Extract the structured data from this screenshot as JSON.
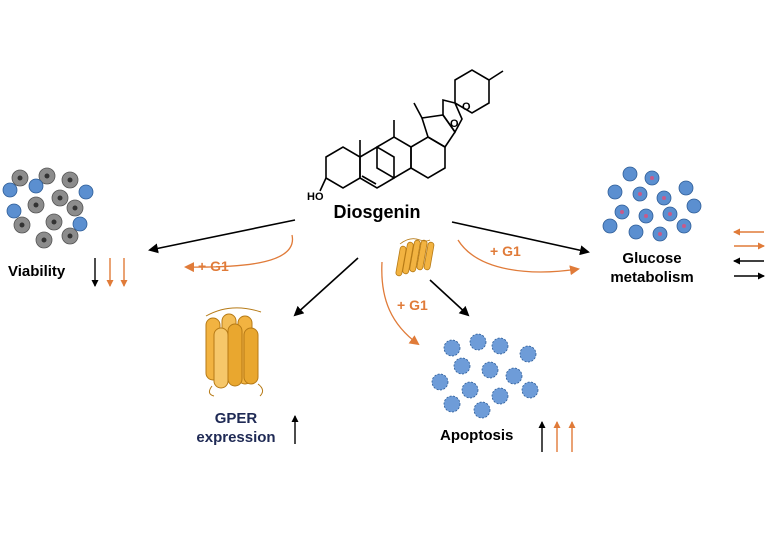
{
  "compound": {
    "name": "Diosgenin",
    "ho": "HO",
    "o1": "O",
    "o2": "O"
  },
  "labels": {
    "viability": "Viability",
    "gper_line1": "GPER",
    "gper_line2": "expression",
    "apoptosis": "Apoptosis",
    "glucose_line1": "Glucose",
    "glucose_line2": "metabolism",
    "g1_left": "+ G1",
    "g1_mid": "+ G1",
    "g1_right": "+ G1"
  },
  "colors": {
    "arrow": "#000000",
    "g1": "#E07B39",
    "receptor": "#F2B341",
    "receptor_dark": "#B67A16",
    "cell_blue": "#5B8FD0",
    "cell_gray": "#8C8C8C",
    "gper_text": "#1F2A55"
  },
  "indicators": {
    "viability": [
      "down-black",
      "down-orange",
      "down-orange"
    ],
    "gper": [
      "up-black"
    ],
    "apoptosis": [
      "up-black",
      "up-orange",
      "up-orange"
    ],
    "glucose": [
      "left-orange",
      "right-orange",
      "left-black",
      "right-black"
    ]
  }
}
